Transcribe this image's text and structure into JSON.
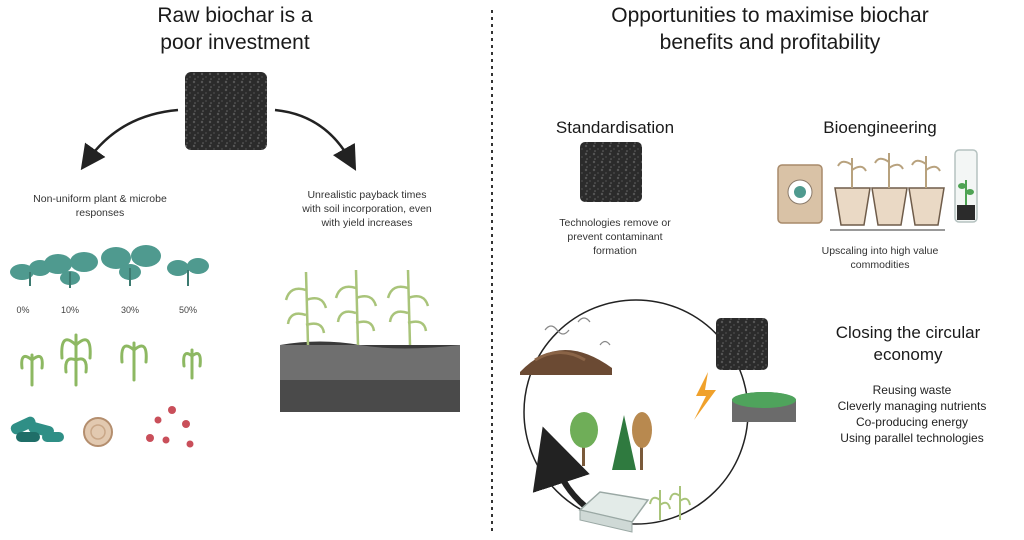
{
  "left": {
    "title_line1": "Raw biochar is a",
    "title_line2": "poor investment",
    "branch_left_line1": "Non-uniform plant & microbe",
    "branch_left_line2": "responses",
    "branch_right_line1": "Unrealistic payback times",
    "branch_right_line2": "with soil incorporation, even",
    "branch_right_line3": "with yield increases",
    "percentages": [
      "0%",
      "10%",
      "30%",
      "50%"
    ]
  },
  "right": {
    "title_line1": "Opportunities to maximise biochar",
    "title_line2": "benefits and profitability",
    "standardisation": {
      "heading": "Standardisation",
      "line1": "Technologies remove or",
      "line2": "prevent contaminant",
      "line3": "formation"
    },
    "bioengineering": {
      "heading": "Bioengineering",
      "line1": "Upscaling into high value",
      "line2": "commodities"
    },
    "circular": {
      "heading_line1": "Closing the circular",
      "heading_line2": "economy",
      "items": [
        "Reusing waste",
        "Cleverly managing nutrients",
        "Co-producing energy",
        "Using parallel technologies"
      ]
    }
  },
  "colors": {
    "biochar": "#2b2b2b",
    "plant": "#4f9a8f",
    "leaf": "#8db862",
    "soil": "#555555",
    "energy": "#f0a12b"
  }
}
